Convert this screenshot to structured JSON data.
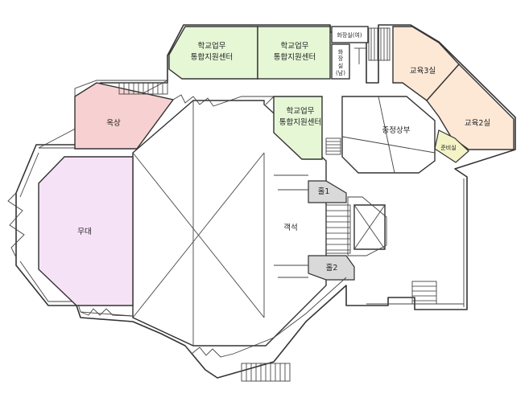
{
  "map": {
    "rooms": {
      "office_a": [
        "학교업무",
        "통합지원센터"
      ],
      "office_b": [
        "학교업무",
        "통합지원센터"
      ],
      "office_c": [
        "학교업무",
        "통합지원센터"
      ],
      "restroom_f": "화장실(여)",
      "restroom_m": [
        "화",
        "장",
        "실",
        "(남)"
      ],
      "classroom_3": "교육3실",
      "classroom_2": "교육2실",
      "prep_room": "준비실",
      "mezzanine": "중정상부",
      "rooftop": "옥상",
      "stage": "무대",
      "seating": "객석",
      "hall_1": "홀1",
      "hall_2": "홀2"
    },
    "colors": {
      "support_center": "#e6f7d6",
      "education_rooms": "#fde8d6",
      "rooftop": "#f7d1d1",
      "stage": "#f6e2f7",
      "prep_room": "#f4f3c6",
      "halls": "#d9d9d9"
    }
  }
}
